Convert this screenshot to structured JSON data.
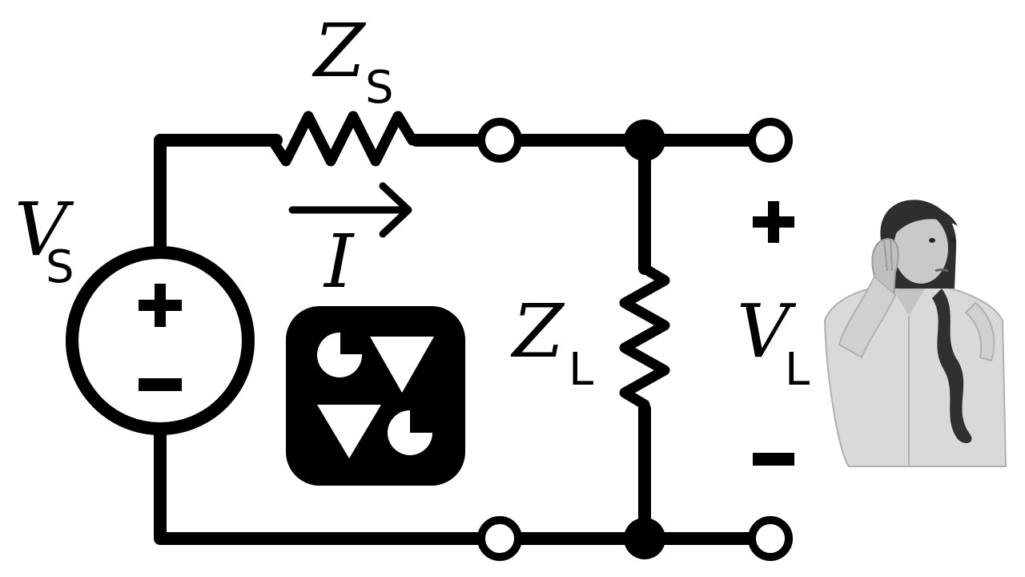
{
  "labels": {
    "source_voltage_main": "V",
    "source_voltage_sub": "S",
    "source_impedance_main": "Z",
    "source_impedance_sub": "S",
    "current": "I",
    "load_impedance_main": "Z",
    "load_impedance_sub": "L",
    "load_voltage_main": "V",
    "load_voltage_sub": "L",
    "plus_sign": "+",
    "minus_sign": "−"
  },
  "icons": {
    "logo": "app-logo-icon",
    "person": "listening-person-photo"
  },
  "colors": {
    "ink": "#000000",
    "background": "#ffffff"
  }
}
